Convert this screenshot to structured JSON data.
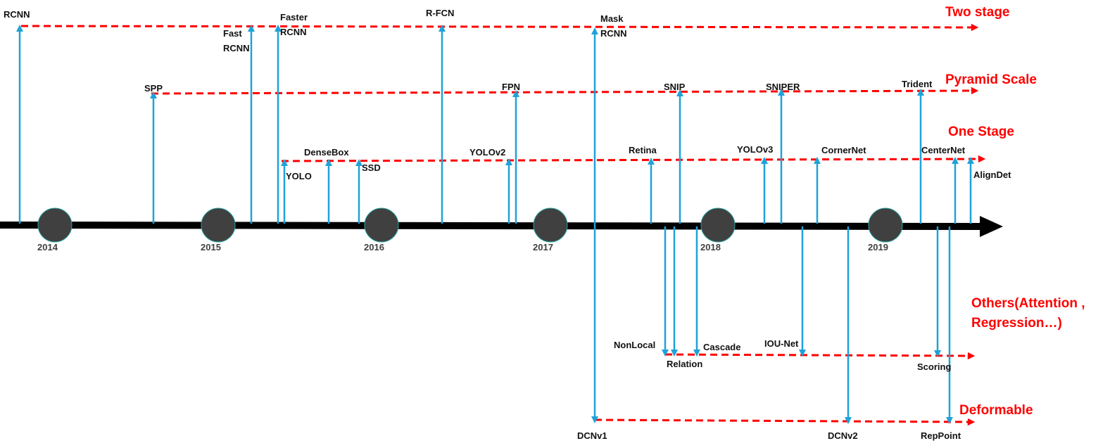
{
  "axis": {
    "years": [
      "2014",
      "2015",
      "2016",
      "2017",
      "2018",
      "2019"
    ]
  },
  "tracks": {
    "two_stage": "Two stage",
    "pyramid": "Pyramid Scale",
    "one_stage": "One Stage",
    "others": [
      "Others(Attention ,",
      "Regression…)"
    ],
    "deformable": "Deformable"
  },
  "models": {
    "rcnn": "RCNN",
    "fast_rcnn": [
      "Fast",
      "RCNN"
    ],
    "faster_rcnn": [
      "Faster",
      "RCNN"
    ],
    "rfcn": "R-FCN",
    "mask_rcnn": [
      "Mask",
      "RCNN"
    ],
    "spp": "SPP",
    "fpn": "FPN",
    "snip": "SNIP",
    "sniper": "SNIPER",
    "trident": "Trident",
    "yolo": "YOLO",
    "densebox": "DenseBox",
    "ssd": "SSD",
    "yolov2": "YOLOv2",
    "retina": "Retina",
    "yolov3": "YOLOv3",
    "cornernet": "CornerNet",
    "centernet": "CenterNet",
    "aligndet": "AlignDet",
    "nonlocal": "NonLocal",
    "relation": "Relation",
    "cascade": "Cascade",
    "iou_net": "IOU-Net",
    "scoring": "Scoring",
    "dcnv1": "DCNv1",
    "dcnv2": "DCNv2",
    "reppoint": "RepPoint"
  },
  "colors": {
    "track": "#ff0000",
    "stem": "#1fa2d8",
    "axis": "#000000",
    "year_node": "#404040"
  }
}
